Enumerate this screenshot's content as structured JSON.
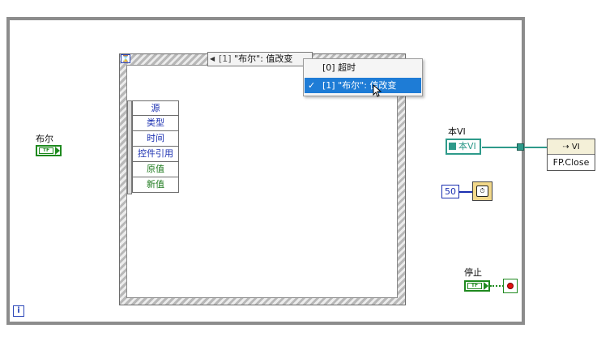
{
  "loop": {
    "iteration_label": "i"
  },
  "event_structure": {
    "case_number": "[1]",
    "case_name": "\"布尔\": 值改变",
    "timeout_icon": "hourglass-icon"
  },
  "dropdown": {
    "items": [
      {
        "label": "[0] 超时",
        "selected": false
      },
      {
        "label": "[1] \"布尔\": 值改变",
        "selected": true
      }
    ],
    "check_mark": "✓"
  },
  "event_data_node": {
    "items": [
      {
        "label": "源",
        "color": "#1a2fb0"
      },
      {
        "label": "类型",
        "color": "#1a2fb0"
      },
      {
        "label": "时间",
        "color": "#1a2fb0"
      },
      {
        "label": "控件引用",
        "color": "#1a2fb0"
      },
      {
        "label": "原值",
        "color": "#1d7a1d"
      },
      {
        "label": "新值",
        "color": "#1d7a1d"
      }
    ]
  },
  "boolean_control": {
    "label": "布尔",
    "terminal_text": "TF"
  },
  "this_vi": {
    "label": "本VI",
    "text": "本VI"
  },
  "invoke_node": {
    "header": "VI",
    "method": "FP.Close"
  },
  "wait": {
    "constant": "50"
  },
  "stop": {
    "label": "停止",
    "terminal_text": "TF"
  },
  "colors": {
    "selection": "#1e7cd6",
    "boolean_wire": "#1f8a1f",
    "reference_wire": "#2e9a8a",
    "numeric_wire": "#1a2fb0"
  }
}
